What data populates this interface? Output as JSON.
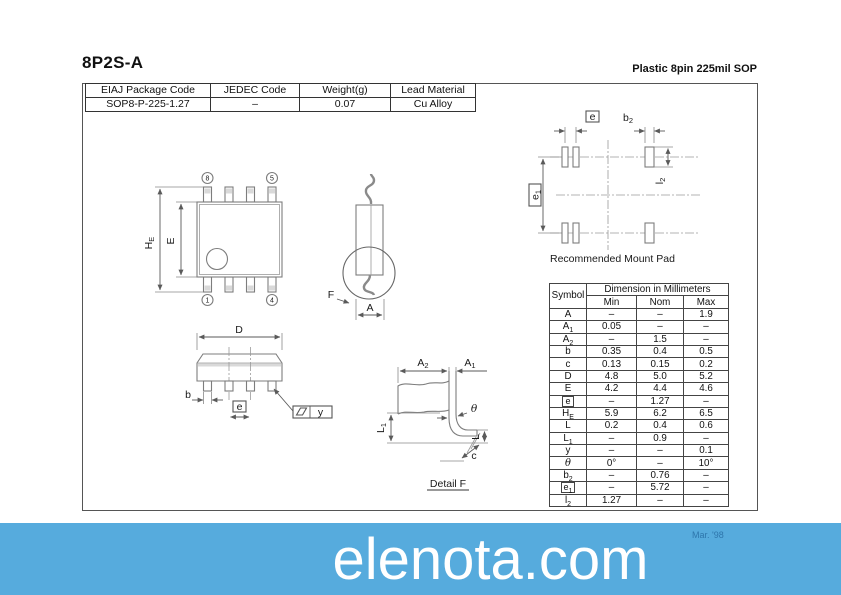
{
  "page": {
    "title": "8P2S-A",
    "subtitle": "Plastic 8pin 225mil SOP",
    "watermark": "elenota.com",
    "date_note": "Mar. '98",
    "banner_color": "#56abdd"
  },
  "info_table": {
    "headers": [
      "EIAJ Package Code",
      "JEDEC Code",
      "Weight(g)",
      "Lead Material"
    ],
    "values": [
      "SOP8-P-225-1.27",
      "–",
      "0.07",
      "Cu Alloy"
    ]
  },
  "labels": {
    "pins": {
      "top_left": "8",
      "top_right": "5",
      "bottom_left": "1",
      "bottom_right": "4"
    },
    "he": {
      "base": "H",
      "sub": "E"
    },
    "e_body": "E",
    "d": "D",
    "b": "b",
    "e_pitch": "e",
    "y": "y",
    "f": "F",
    "a": "A",
    "a2": {
      "base": "A",
      "sub": "2"
    },
    "a1": {
      "base": "A",
      "sub": "1"
    },
    "theta": "θ",
    "l1": {
      "base": "L",
      "sub": "1"
    },
    "l": "L",
    "c": "c",
    "detail_caption": "Detail F",
    "mp_e": "e",
    "mp_b2": {
      "base": "b",
      "sub": "2"
    },
    "mp_e1": {
      "base": "e",
      "sub": "1"
    },
    "mp_l2": {
      "base": "l",
      "sub": "2"
    },
    "mp_caption": "Recommended Mount Pad"
  },
  "dim_table": {
    "corner_header": "Symbol",
    "group_header": "Dimension in Millimeters",
    "col_headers": [
      "Min",
      "Nom",
      "Max"
    ],
    "rows": [
      {
        "base": "A",
        "sub": "",
        "min": "–",
        "nom": "–",
        "max": "1.9"
      },
      {
        "base": "A",
        "sub": "1",
        "min": "0.05",
        "nom": "–",
        "max": "–"
      },
      {
        "base": "A",
        "sub": "2",
        "min": "–",
        "nom": "1.5",
        "max": "–"
      },
      {
        "base": "b",
        "sub": "",
        "min": "0.35",
        "nom": "0.4",
        "max": "0.5"
      },
      {
        "base": "c",
        "sub": "",
        "min": "0.13",
        "nom": "0.15",
        "max": "0.2"
      },
      {
        "base": "D",
        "sub": "",
        "min": "4.8",
        "nom": "5.0",
        "max": "5.2"
      },
      {
        "base": "E",
        "sub": "",
        "min": "4.2",
        "nom": "4.4",
        "max": "4.6"
      },
      {
        "base": "e",
        "sub": "",
        "min": "–",
        "nom": "1.27",
        "max": "–"
      },
      {
        "base": "H",
        "sub": "E",
        "min": "5.9",
        "nom": "6.2",
        "max": "6.5"
      },
      {
        "base": "L",
        "sub": "",
        "min": "0.2",
        "nom": "0.4",
        "max": "0.6"
      },
      {
        "base": "L",
        "sub": "1",
        "min": "–",
        "nom": "0.9",
        "max": "–"
      },
      {
        "base": "y",
        "sub": "",
        "min": "–",
        "nom": "–",
        "max": "0.1"
      },
      {
        "base": "θ",
        "sub": "",
        "min": "0°",
        "nom": "–",
        "max": "10°"
      },
      {
        "base": "b",
        "sub": "2",
        "min": "–",
        "nom": "0.76",
        "max": "–"
      },
      {
        "base": "e",
        "sub": "1",
        "min": "–",
        "nom": "5.72",
        "max": "–"
      },
      {
        "base": "l",
        "sub": "2",
        "min": "1.27",
        "nom": "–",
        "max": "–"
      }
    ]
  }
}
